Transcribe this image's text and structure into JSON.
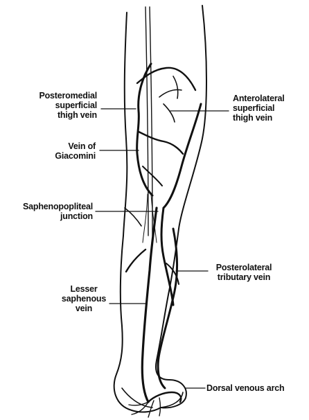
{
  "labels": {
    "posteromedial": [
      "Posteromedial",
      "superficial",
      "thigh vein"
    ],
    "anterolateral": [
      "Anterolateral",
      "superficial",
      "thigh vein"
    ],
    "giacomini": [
      "Vein of",
      "Giacomini"
    ],
    "saphenopopliteal": [
      "Saphenopopliteal",
      "junction"
    ],
    "posterolateral": [
      "Posterolateral",
      "tributary vein"
    ],
    "lesser": [
      "Lesser",
      "saphenous",
      "vein"
    ],
    "dorsal": [
      "Dorsal venous arch"
    ]
  }
}
